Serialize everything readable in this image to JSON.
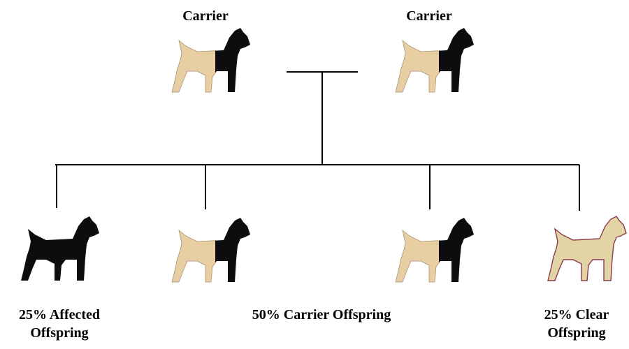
{
  "parents": [
    {
      "label": "Carrier",
      "status": "carrier"
    },
    {
      "label": "Carrier",
      "status": "carrier"
    }
  ],
  "offspring": [
    {
      "status": "affected"
    },
    {
      "status": "carrier"
    },
    {
      "status": "carrier"
    },
    {
      "status": "clear"
    }
  ],
  "captions": {
    "affected": {
      "line1": "25% Affected",
      "line2": "Offspring"
    },
    "carrier": "50% Carrier Offspring",
    "clear": {
      "line1": "25% Clear",
      "line2": "Offspring"
    }
  },
  "colors": {
    "black": "#0d0d0d",
    "tan": "#e8cfa3",
    "clear_fill": "#e3d4a6",
    "clear_outline": "#8a3b4a",
    "line": "#000000"
  },
  "icons": [
    "terrier-dog-icon"
  ]
}
